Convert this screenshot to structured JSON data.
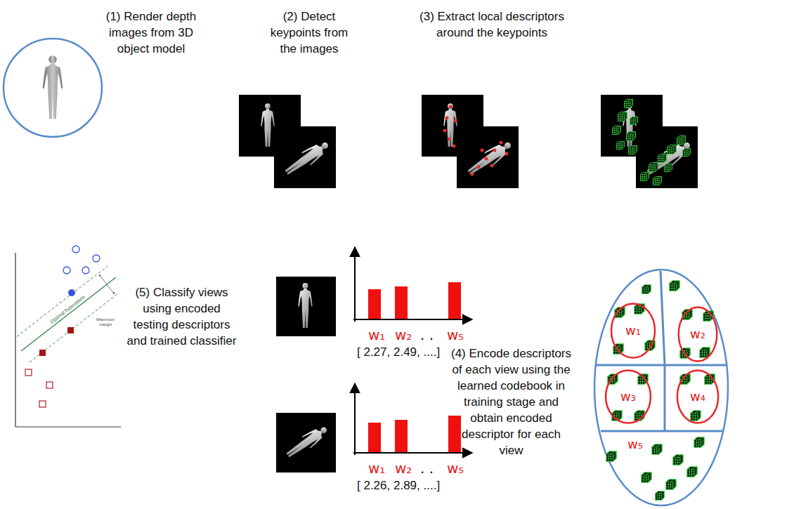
{
  "diagram": {
    "nodes": [
      {
        "text": [
          "w₁"
        ]
      },
      {
        "text": [
          "w₂"
        ]
      },
      {
        "text": [
          "w₃"
        ]
      },
      {
        "text": [
          "w₄"
        ]
      }
    ],
    "labels": [
      "(1) Render depth images from 3D object model",
      "(2) Detect keypoints from the images",
      "(3) Extract local descriptors around the keypoints",
      "Optimal hyperplane",
      "Maximum margin",
      "(5) Classify views using encoded testing descriptors and trained classifier",
      "w₁",
      "w₂",
      ". .",
      "w₅",
      "[ 2.27, 2.49, ....]",
      "w₁",
      "w₂",
      ". .",
      "w₅",
      "[ 2.26, 2.89, ....]",
      "(4) Encode descriptors of each view using the learned codebook in training stage and obtain encoded descriptor for each view",
      "w₅"
    ]
  }
}
